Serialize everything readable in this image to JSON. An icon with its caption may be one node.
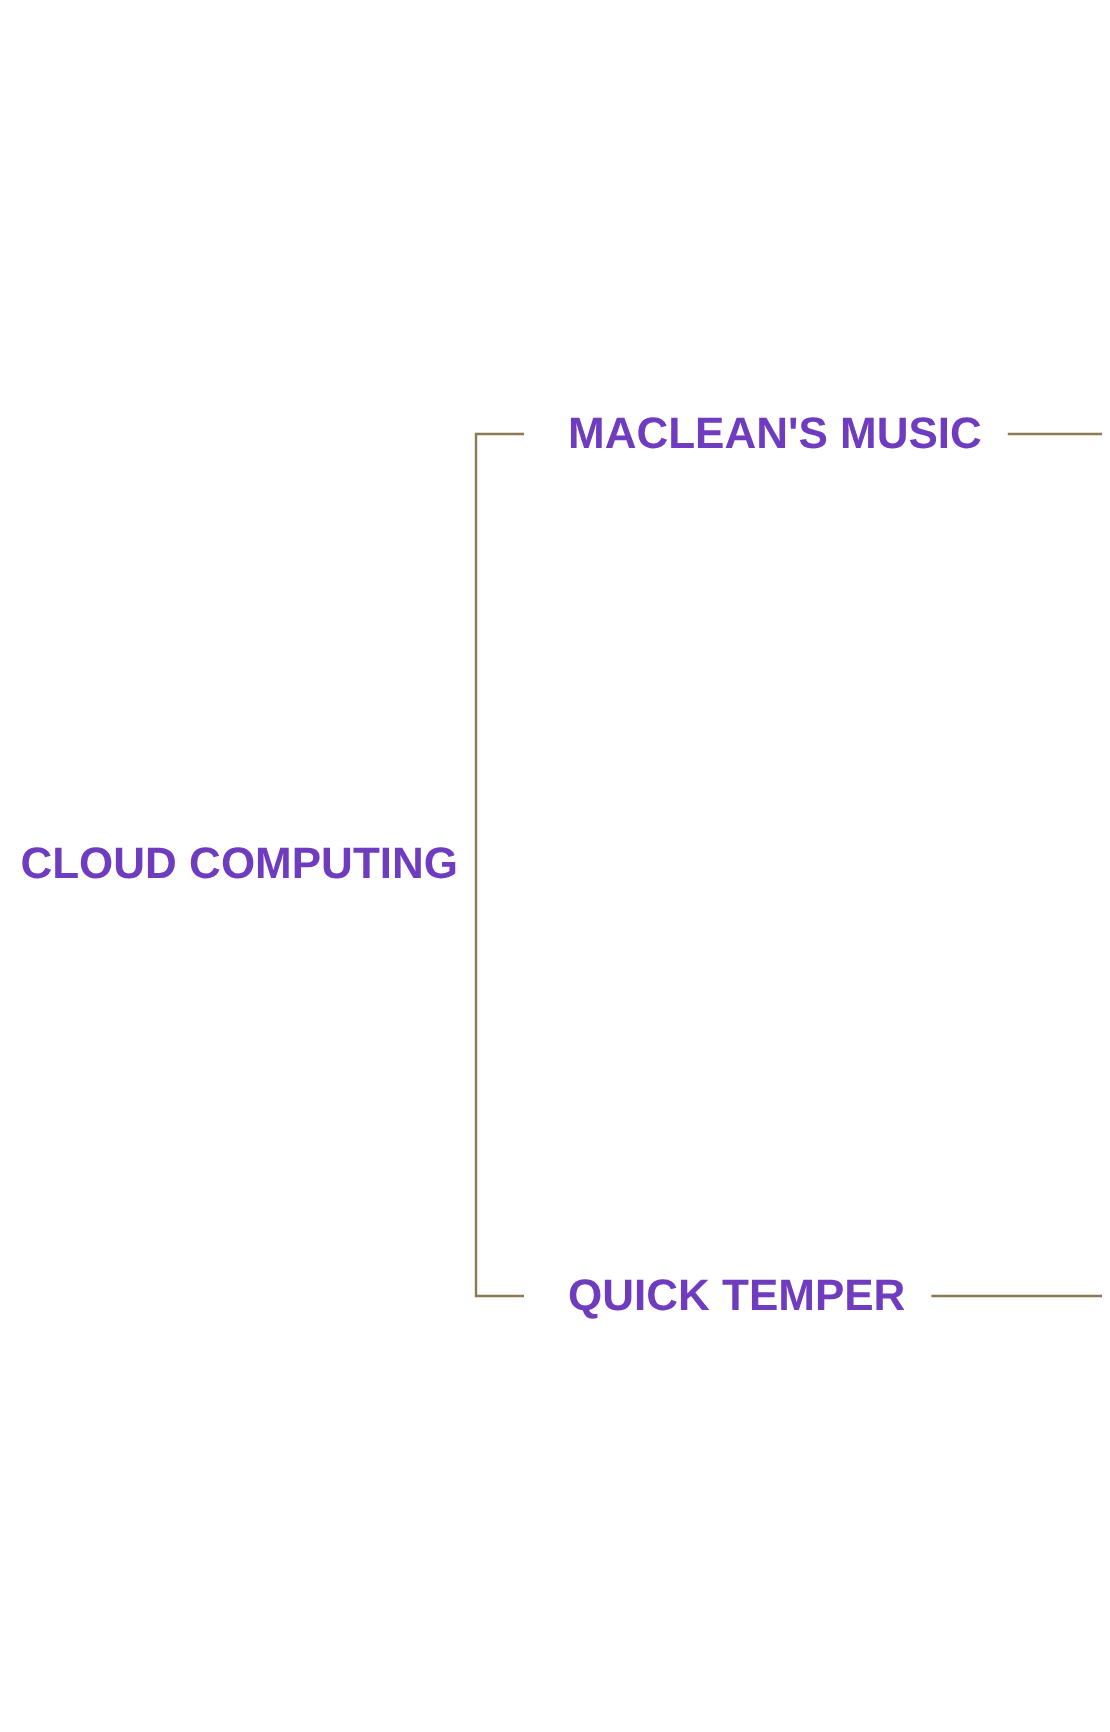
{
  "diagram": {
    "nodes": [
      {
        "text": [
          "CLOUD COMPUTING"
        ]
      },
      {
        "text": [
          "MACLEAN'S MUSIC"
        ]
      },
      {
        "text": [
          "QUICK TEMPER"
        ]
      }
    ],
    "edges": [
      {
        "from": 0,
        "to": 1,
        "arrow": "none"
      },
      {
        "from": 0,
        "to": 2,
        "arrow": "none"
      },
      {
        "from": 1,
        "to": null,
        "arrow": "none"
      },
      {
        "from": 2,
        "to": null,
        "arrow": "none"
      }
    ]
  }
}
